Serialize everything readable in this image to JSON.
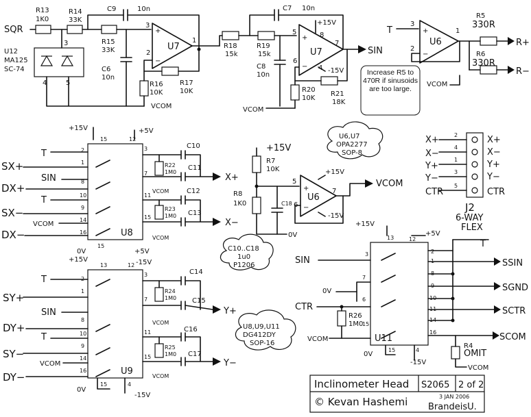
{
  "top": {
    "sqr": "SQR",
    "r13": "R13",
    "r13v": "1K0",
    "r14": "R14",
    "r14v": "33K",
    "c9": "C9",
    "c9v": "10n",
    "r15": "R15",
    "r15v": "33K",
    "u12": "U12",
    "u12a": "MA125",
    "u12b": "SC-74",
    "pin3": "3",
    "pin4": "4",
    "pin5": "5",
    "pin2": "2",
    "pin1": "1",
    "u7": "U7",
    "c6": "C6",
    "c6v": "10n",
    "r16": "R16",
    "r16v": "10K",
    "r17": "R17",
    "r17v": "10K",
    "vcom": "VCOM",
    "r18": "R18",
    "r18v": "15k",
    "r19": "R19",
    "r19v": "15k",
    "c7": "C7",
    "c7v": "10n",
    "p15v": "+15V",
    "m15v": "-15V",
    "pin8": "8",
    "pin7": "7",
    "pin6": "6",
    "pin4b": "4",
    "c8": "C8",
    "c8v": "10n",
    "r20": "R20",
    "r20v": "10K",
    "r21": "R21",
    "r21v": "18K",
    "sin": "SIN",
    "t": "T",
    "u6": "U6",
    "r5": "R5",
    "r5v": "330R",
    "r6": "R6",
    "r6v": "330R",
    "rplus": "R+",
    "rminus": "R−",
    "note": "Increase R5 to 470R if sinusoids are too large."
  },
  "mid": {
    "p15v": "+15V",
    "p5v": "+5V",
    "p15": "15",
    "p12": "12",
    "p13": "13",
    "t": "T",
    "sin": "SIN",
    "sxp": "SX+",
    "dxp": "DX+",
    "sxm": "SX−",
    "vcom": "VCOM",
    "dxm": "DX−",
    "pin2": "2",
    "pin1": "1",
    "pin8": "8",
    "pin10": "10",
    "pin9": "9",
    "pin14": "14",
    "pin16": "16",
    "pin3": "3",
    "pin7": "7",
    "pin6": "6",
    "pin11": "11",
    "pin15": "15",
    "u8": "U8",
    "c10": "C10",
    "c11": "C11",
    "c12": "C12",
    "c13": "C13",
    "r22": "R22",
    "r22v": "1M0",
    "r23": "R23",
    "r23v": "1M0",
    "xp": "X+",
    "xm": "X−",
    "r7": "R7",
    "r7v": "10K",
    "r8": "R8",
    "r8v": "1K0",
    "c18": "C18",
    "u6": "U6",
    "vcom_out": "VCOM",
    "ov": "0V",
    "m15v": "-15V",
    "cloud1a": "U6,U7",
    "cloud1b": "OPA2277",
    "cloud1c": "SOP-8",
    "j2": "J2",
    "j2a": "6-WAY",
    "j2b": "FLEX",
    "j_xp": "X+",
    "j_xm": "X−",
    "j_yp": "Y+",
    "j_ym": "Y−",
    "j_ctr": "CTR",
    "j_p2": "2",
    "j_p4": "4",
    "j_p1": "1",
    "j_p3": "3",
    "j_p5": "5"
  },
  "bot": {
    "ov": "0V",
    "p15v": "+15V",
    "p5v": "+5V",
    "m15v": "-15V",
    "p13": "13",
    "p12": "12",
    "p15": "15",
    "p4": "4",
    "t": "T",
    "sin": "SIN",
    "syp": "SY+",
    "dyp": "DY+",
    "sym": "SY−",
    "dym": "DY−",
    "vcom": "VCOM",
    "pin2": "2",
    "pin1": "1",
    "pin8": "8",
    "pin10": "10",
    "pin9": "9",
    "pin14": "14",
    "pin16": "16",
    "pin3": "3",
    "pin7": "7",
    "pin6": "6",
    "pin11": "11",
    "pin15": "15",
    "u9": "U9",
    "c14": "C14",
    "c15": "C15",
    "c16": "C16",
    "c17": "C17",
    "r24": "R24",
    "r24v": "1M0",
    "r25": "R25",
    "r25v": "1M0",
    "yp": "Y+",
    "ym": "Y−",
    "cloud2a": "C10..C18",
    "cloud2b": "1u0",
    "cloud2c": "P1206",
    "cloud3a": "U8,U9,U11",
    "cloud3b": "DG412DY",
    "cloud3c": "SOP-16",
    "sin_r": "SIN",
    "ctr": "CTR",
    "ov_r": "0V",
    "r26": "R26",
    "r26v": "1M0",
    "u11": "U11",
    "ssin": "SSIN",
    "sgnd": "SGND",
    "sctr": "SCTR",
    "scom": "SCOM",
    "r4": "R4",
    "r4v": "OMIT",
    "title": "Inclinometer Head",
    "code": "S2065",
    "sheet": "2 of 2",
    "author": "© Kevan Hashemi",
    "date": "3 JAN 2006",
    "org": "BrandeisU."
  }
}
